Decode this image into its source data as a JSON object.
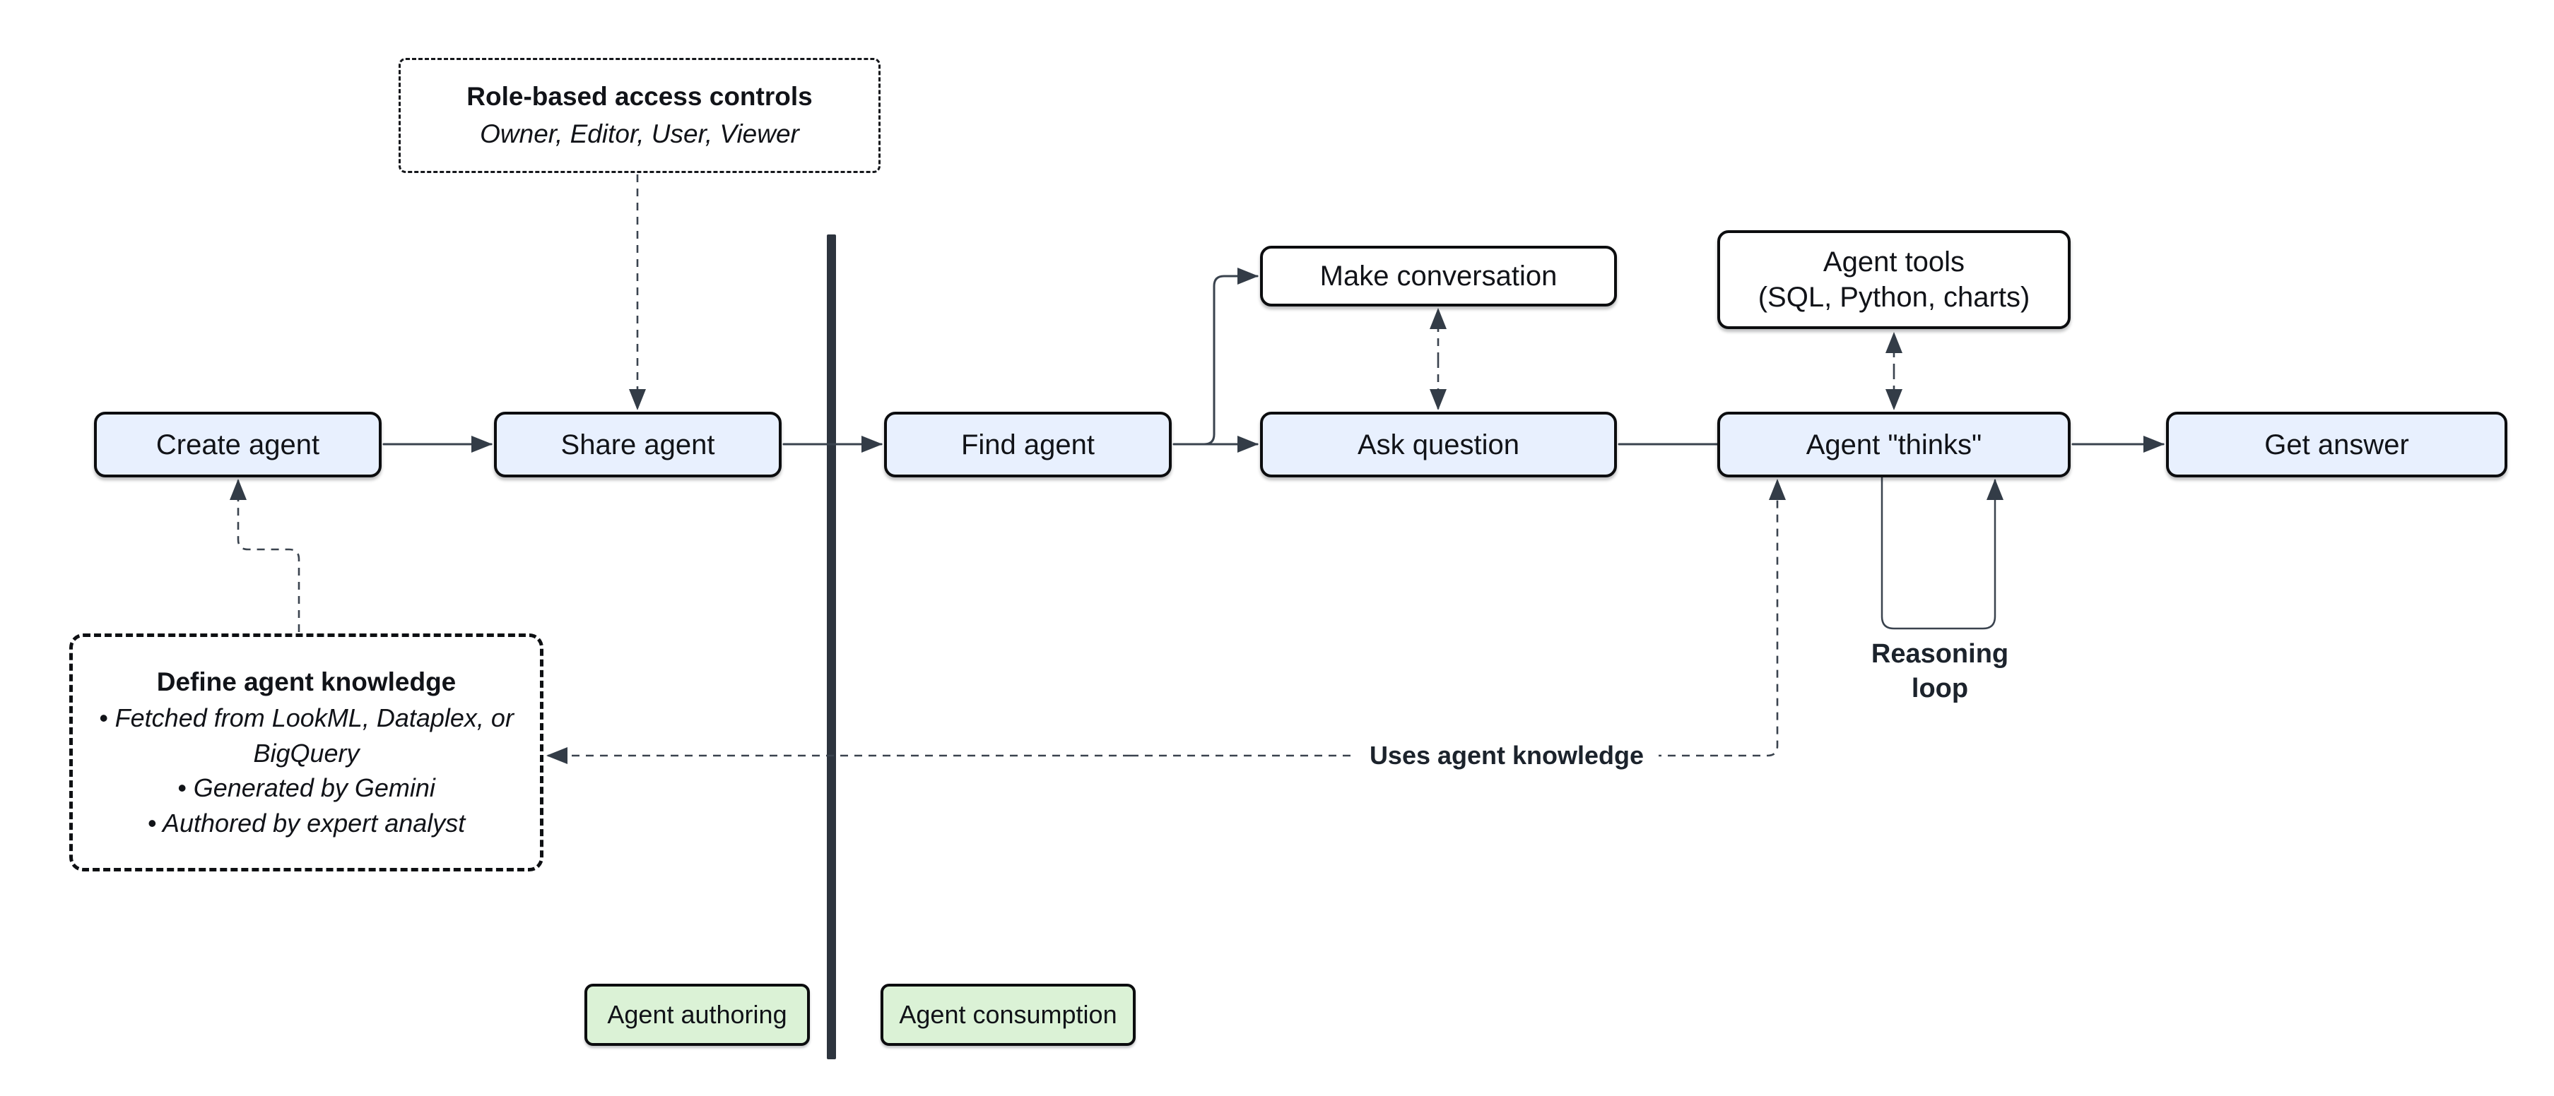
{
  "diagram": {
    "title_hint": "Conversational agent authoring and consumption flow",
    "colors": {
      "node_fill_blue": "#e8f0fe",
      "node_fill_white": "#ffffff",
      "badge_fill_green": "#dbf2d6",
      "border_black": "#0c0d0f",
      "connector": "#3a434e",
      "divider": "#2d343e",
      "background": "#ffffff"
    },
    "nodes": {
      "create_agent": "Create agent",
      "share_agent": "Share agent",
      "find_agent": "Find agent",
      "ask_question": "Ask question",
      "agent_thinks": "Agent \"thinks\"",
      "get_answer": "Get answer",
      "make_conversation": "Make conversation",
      "agent_tools_line1": "Agent tools",
      "agent_tools_line2": "(SQL, Python, charts)"
    },
    "notes": {
      "rbac_title": "Role-based access controls",
      "rbac_subtitle": "Owner, Editor, User, Viewer",
      "knowledge_title": "Define agent knowledge",
      "knowledge_bullets": [
        "• Fetched from LookML, Dataplex, or BigQuery",
        "• Generated by Gemini",
        "• Authored by expert analyst"
      ]
    },
    "connector_labels": {
      "uses_knowledge": "Uses agent knowledge",
      "reasoning_loop": "Reasoning loop"
    },
    "badges": {
      "authoring": "Agent authoring",
      "consumption": "Agent consumption"
    }
  }
}
